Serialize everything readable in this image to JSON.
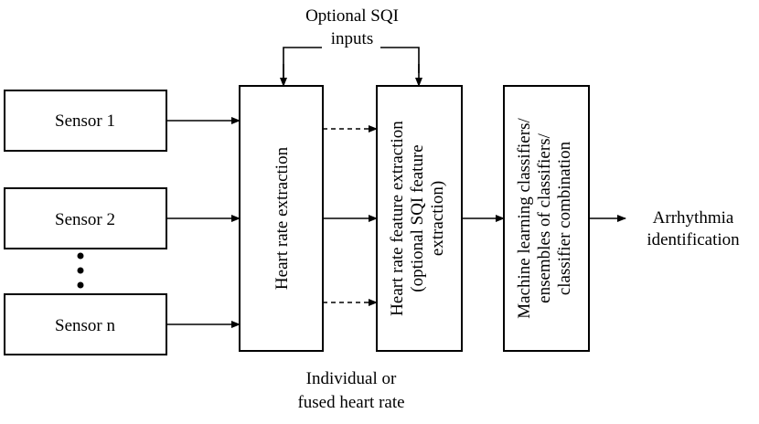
{
  "sensors": [
    {
      "label": "Sensor 1"
    },
    {
      "label": "Sensor 2"
    },
    {
      "label": "Sensor n"
    }
  ],
  "blocks": {
    "heart_rate_extraction": "Heart rate extraction",
    "feature_extraction": [
      "Heart rate feature extraction",
      "(optional SQI feature",
      "extraction)"
    ],
    "classifiers": [
      "Machine learning classifiers/",
      "ensembles of classifiers/",
      "classifier combination"
    ]
  },
  "annotations": {
    "sqi_inputs": [
      "Optional SQI",
      "inputs"
    ],
    "fused_heart_rate": [
      "Individual or",
      "fused heart rate"
    ]
  },
  "output": [
    "Arrhythmia",
    "identification"
  ]
}
